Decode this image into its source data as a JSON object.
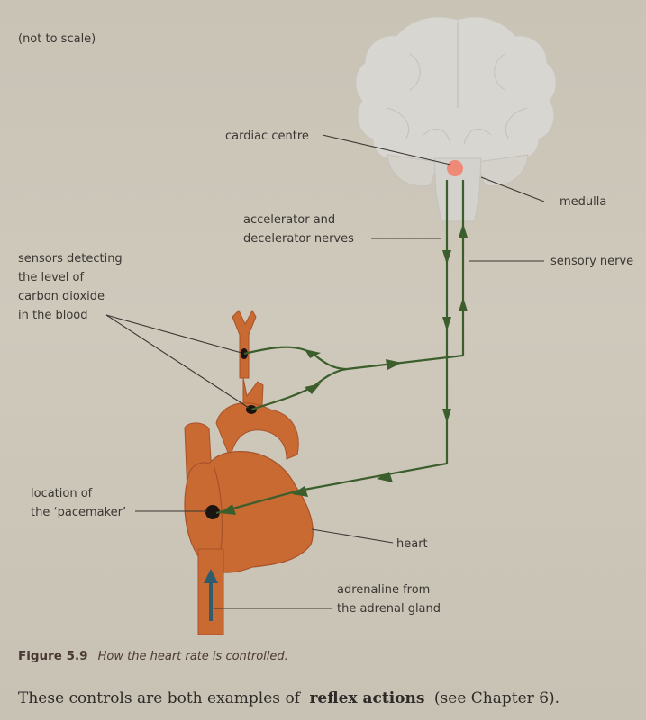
{
  "note": "(not to scale)",
  "labels": {
    "cardiac_centre": "cardiac centre",
    "medulla": "medulla",
    "accel_line1": "accelerator and",
    "accel_line2": "decelerator nerves",
    "sensory_nerve": "sensory nerve",
    "sensors_line1": "sensors detecting",
    "sensors_line2": "the level of",
    "sensors_line3": "carbon dioxide",
    "sensors_line4": "in the blood",
    "pacemaker_line1": "location of",
    "pacemaker_line2": "the ‘pacemaker’",
    "heart": "heart",
    "adrenaline_line1": "adrenaline from",
    "adrenaline_line2": "the adrenal gland"
  },
  "caption": {
    "number": "Figure 5.9",
    "text": "How the heart rate is controlled."
  },
  "body_text": {
    "before": "These controls are both examples of ",
    "bold": "reflex actions",
    "after": " (see Chapter 6)."
  },
  "colors": {
    "brain": "#d8d6d0",
    "heart": "#c86a32",
    "nerve": "#3b5e2c",
    "cardiac_centre": "#f08a78",
    "adrenaline_arrow": "#2f5b6e"
  }
}
